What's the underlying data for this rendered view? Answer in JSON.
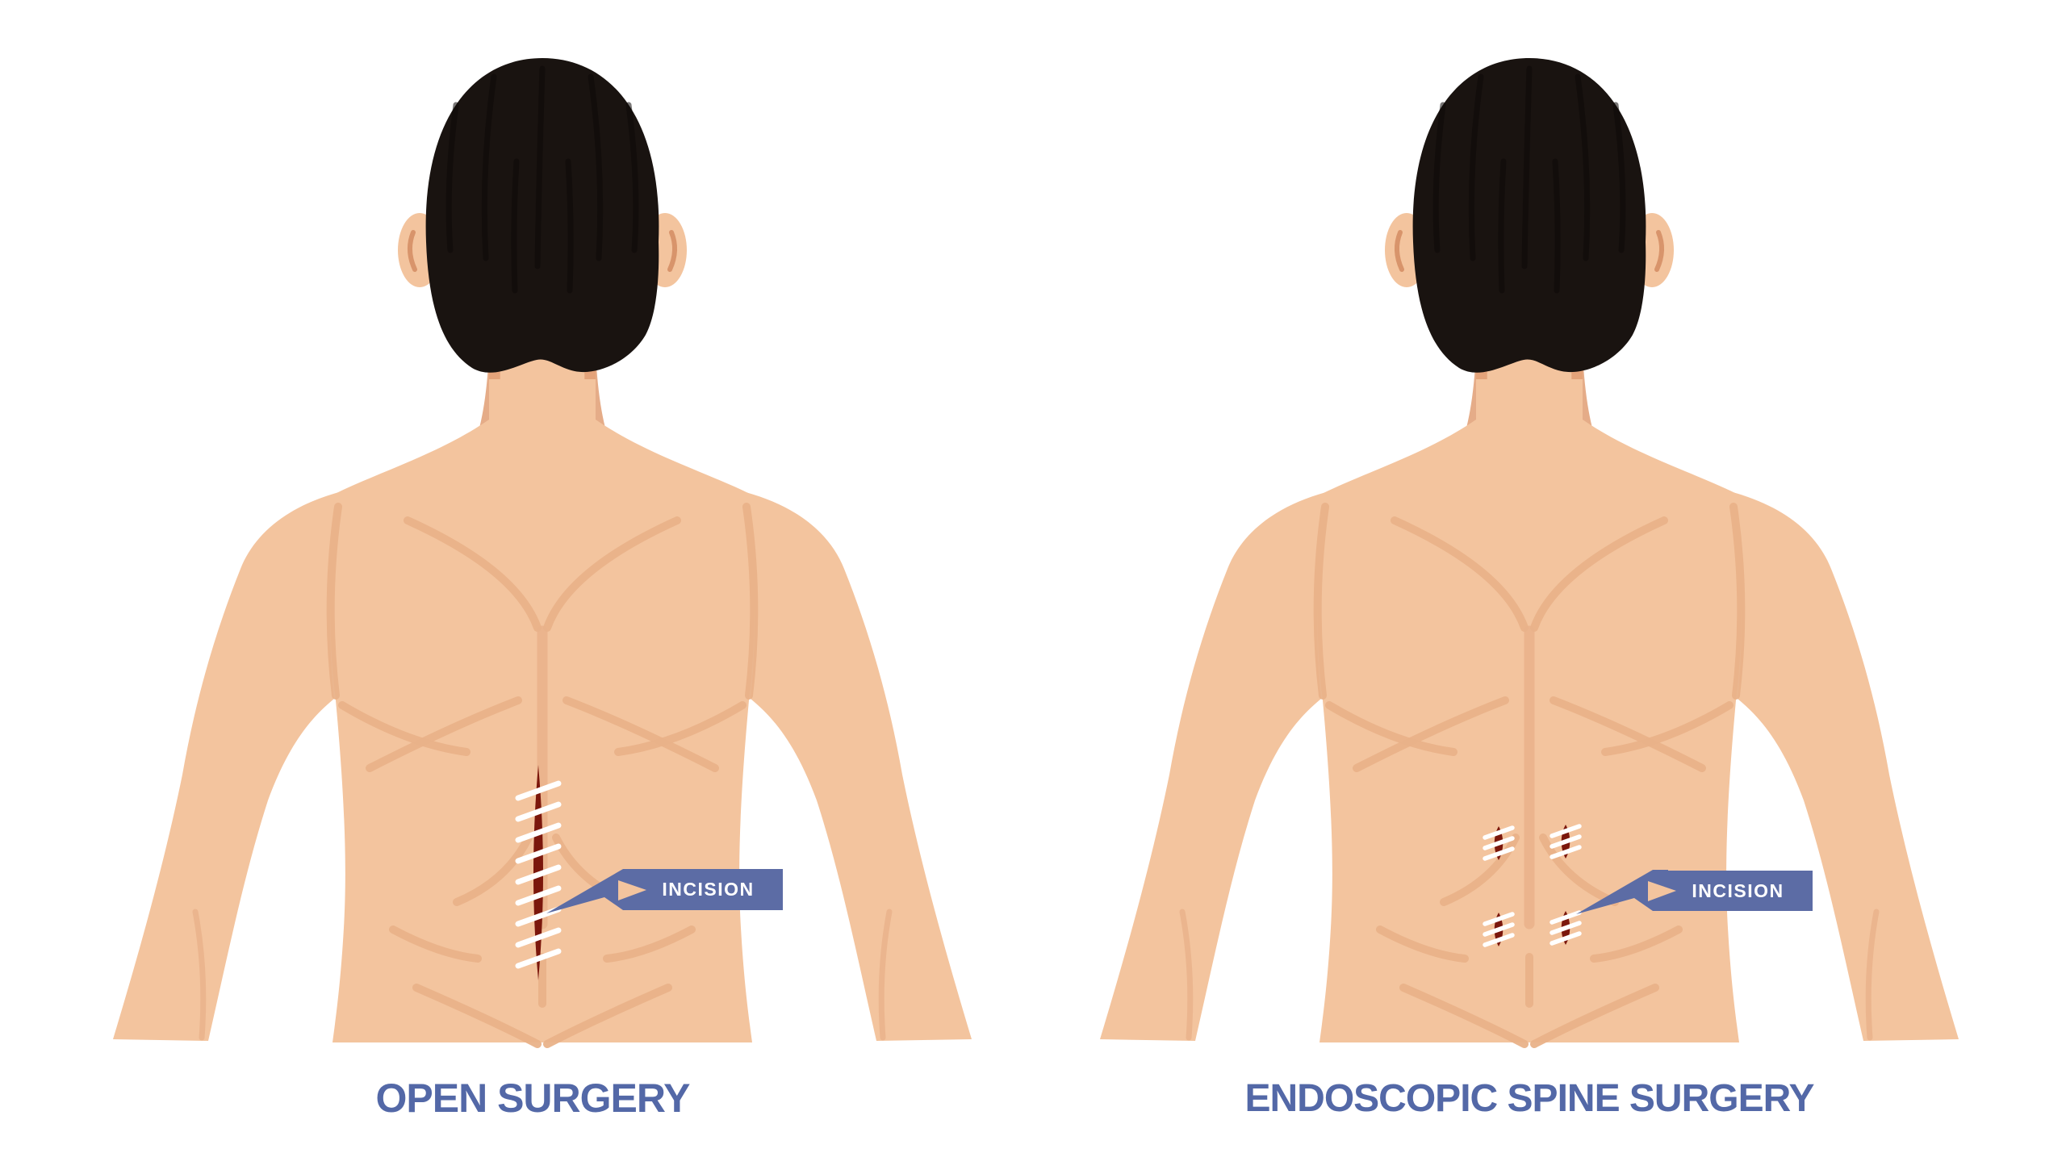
{
  "illustration": {
    "title_visible": false,
    "panels": [
      {
        "id": "open-surgery",
        "caption": "OPEN SURGERY",
        "incision_label": "INCISION",
        "incision_style": "single long midline incision",
        "stitch_count": 9
      },
      {
        "id": "endoscopic-spine-surgery",
        "caption": "ENDOSCOPIC SPINE SURGERY",
        "incision_label": "INCISION",
        "incision_style": "four small keyhole incisions",
        "incision_count": 4,
        "stitches_per_incision": 3
      }
    ],
    "colors": {
      "background": "#FFFFFF",
      "skin": "#F3C49E",
      "skin_line": "#E9B289",
      "neck_shadow": "#E09E73",
      "hair": "#191310",
      "hair_streak": "#0C0907",
      "ear_line": "#D8946B",
      "incision": "#7B170C",
      "stitch": "#FFFFFF",
      "label_bg": "#5C6CA5",
      "label_text": "#FFFFFF",
      "caption": "#5368A7"
    }
  }
}
